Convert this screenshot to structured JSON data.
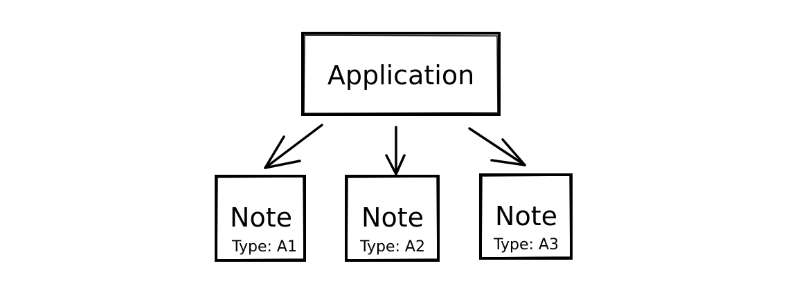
{
  "root": {
    "label": "Application"
  },
  "children": [
    {
      "title": "Note",
      "subtitle": "Type: A1"
    },
    {
      "title": "Note",
      "subtitle": "Type: A2"
    },
    {
      "title": "Note",
      "subtitle": "Type: A3"
    }
  ]
}
